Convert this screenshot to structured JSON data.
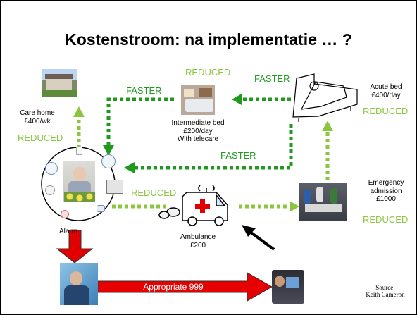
{
  "title": "Kostenstroom: na implementatie … ?",
  "colors": {
    "faster": "#1f9a1f",
    "reduced": "#8cc63f",
    "arrow_red": "#e60000",
    "ring": "#000000"
  },
  "labels": {
    "care_home": "Care home",
    "care_home_cost": "£400/wk",
    "care_home_status": "REDUCED",
    "intermediate_status": "REDUCED",
    "intermediate_bed": "Intermediate bed",
    "intermediate_cost": "£200/day",
    "intermediate_note": "With telecare",
    "faster_top_left": "FASTER",
    "faster_top_right": "FASTER",
    "faster_middle": "FASTER",
    "acute_bed": "Acute bed",
    "acute_cost": "£400/day",
    "acute_status": "REDUCED",
    "emergency": "Emergency",
    "emergency_line2": "admission",
    "emergency_cost": "£1000",
    "emergency_status": "REDUCED",
    "ambulance_status": "REDUCED",
    "ambulance": "Ambulance",
    "ambulance_cost": "£200",
    "alarm": "Alarm",
    "appropriate_999": "Appropriate 999",
    "source": "Source:",
    "source_name": "Keith Cameron"
  }
}
